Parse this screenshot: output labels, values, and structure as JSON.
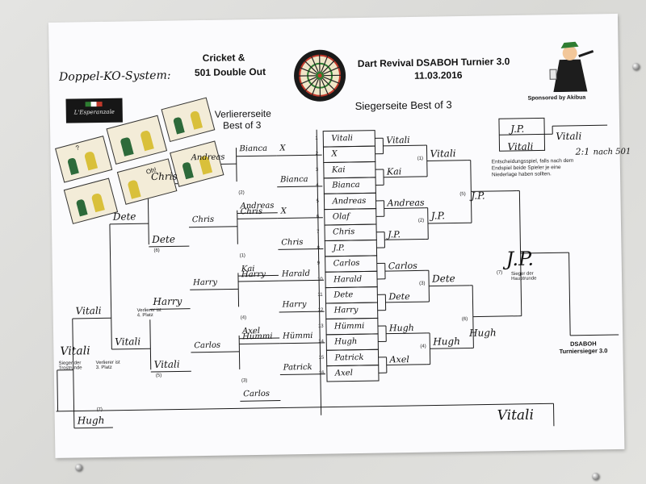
{
  "header": {
    "system": "Doppel-KO-System:",
    "game1": "Cricket &",
    "game2": "501 Double Out",
    "event": "Dart Revival DSABOH  Turnier 3.0",
    "date": "11.03.2016",
    "sponsor": "Sponsored by Akibua",
    "winners_side": "Siegerseite Best of 3",
    "losers_side_1": "Verliererseite",
    "losers_side_2": "Best of 3"
  },
  "bracket": {
    "r1": [
      {
        "seed": "1",
        "name": "Vitali"
      },
      {
        "seed": "2",
        "name": "X"
      },
      {
        "seed": "3",
        "name": "Kai"
      },
      {
        "seed": "4",
        "name": "Bianca"
      },
      {
        "seed": "5",
        "name": "Andreas"
      },
      {
        "seed": "6",
        "name": "Olaf"
      },
      {
        "seed": "7",
        "name": "Chris"
      },
      {
        "seed": "8",
        "name": "J.P."
      },
      {
        "seed": "9",
        "name": "Carlos"
      },
      {
        "seed": "10",
        "name": "Harald"
      },
      {
        "seed": "11",
        "name": "Dete"
      },
      {
        "seed": "12",
        "name": "Harry"
      },
      {
        "seed": "13",
        "name": "Hümmi"
      },
      {
        "seed": "14",
        "name": "Hugh"
      },
      {
        "seed": "15",
        "name": "Patrick"
      },
      {
        "seed": "16",
        "name": "Axel"
      }
    ],
    "r2": [
      "Vitali",
      "Kai",
      "Andreas",
      "J.P.",
      "Carlos",
      "Dete",
      "Hugh",
      "Axel"
    ],
    "r2_labels": [
      "(1)",
      "(2)",
      "(3)",
      "(4)"
    ],
    "r3": [
      "Vitali",
      "J.P.",
      "Dete",
      "Hugh"
    ],
    "r3_labels": [
      "(5)",
      "(6)"
    ],
    "r4": [
      "J.P.",
      "Hugh"
    ],
    "r4_label": "(7)",
    "main_winner": "J.P.",
    "main_winner_caption": "Sieger der Hauptrunde",
    "final_top": "J.P.",
    "final_bottom": "Vitali",
    "final_result": "Vitali",
    "final_score": "2:1",
    "final_note": "nach 501",
    "final_rule": "Entscheidungsspiel, falls nach dem Endspiel beide Spieler je eine Niederlage haben sollten.",
    "champion_caption": "DSABOH Turniersieger 3.0",
    "champion": "Vitali"
  },
  "losers": {
    "l1": [
      "X",
      "Bianca",
      "X",
      "Chris",
      "Harald",
      "Harry",
      "Hümmi",
      "Patrick"
    ],
    "l2": [
      "Bianca",
      "Andreas",
      "Chris",
      "Kai",
      "Harry",
      "Axel",
      "Hümmi",
      "Carlos"
    ],
    "l2_labels": [
      "(2)",
      "(1)",
      "(4)",
      "(3)"
    ],
    "l3": [
      "Andreas",
      "Chris",
      "Harry",
      "Carlos"
    ],
    "l4": [
      "Chris",
      "Dete",
      "Harry",
      "Vitali"
    ],
    "l4_labels": [
      "(6)",
      "(5)"
    ],
    "l5": [
      "Dete",
      "Vitali"
    ],
    "l6": [
      "Vitali",
      "Hugh"
    ],
    "caption_4th": "Verlierer ist 4. Platz",
    "caption_3rd": "Verlierer ist 3. Platz",
    "l6_label": "(7)",
    "winner": "Vitali",
    "winner_caption": "Sieger der Trostrunde"
  },
  "logo_text": "L'Esperanzale",
  "comic_texts": [
    "?",
    "Oh!"
  ],
  "colors": {
    "paper": "#fbfbfd",
    "ink": "#111111",
    "board_red": "#c0392b",
    "board_green": "#2e7d32"
  }
}
